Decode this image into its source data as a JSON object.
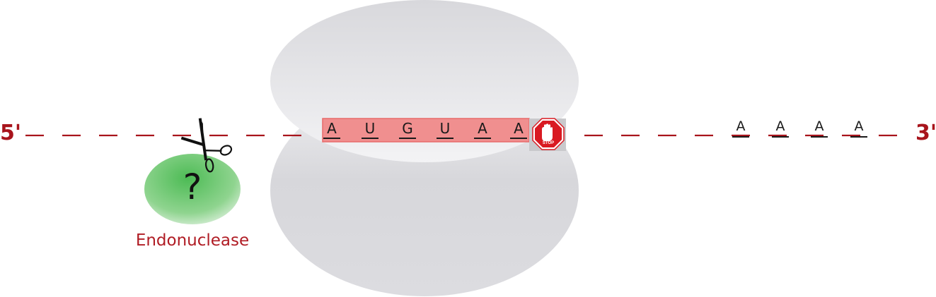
{
  "mrna": {
    "five_prime_label": "5'",
    "three_prime_label": "3'",
    "codons": [
      "A",
      "U",
      "G",
      "U",
      "A",
      "A"
    ],
    "poly_a": [
      "A",
      "A",
      "A",
      "A"
    ],
    "stop_sign_text": "STOP"
  },
  "endonuclease": {
    "label": "Endonuclease",
    "unknown_mark": "?"
  },
  "colors": {
    "mrna_red": "#a8141c",
    "highlight": "#f08f8f",
    "ribosome": "#dcdce0",
    "enzyme_green": "#7dd17d"
  }
}
